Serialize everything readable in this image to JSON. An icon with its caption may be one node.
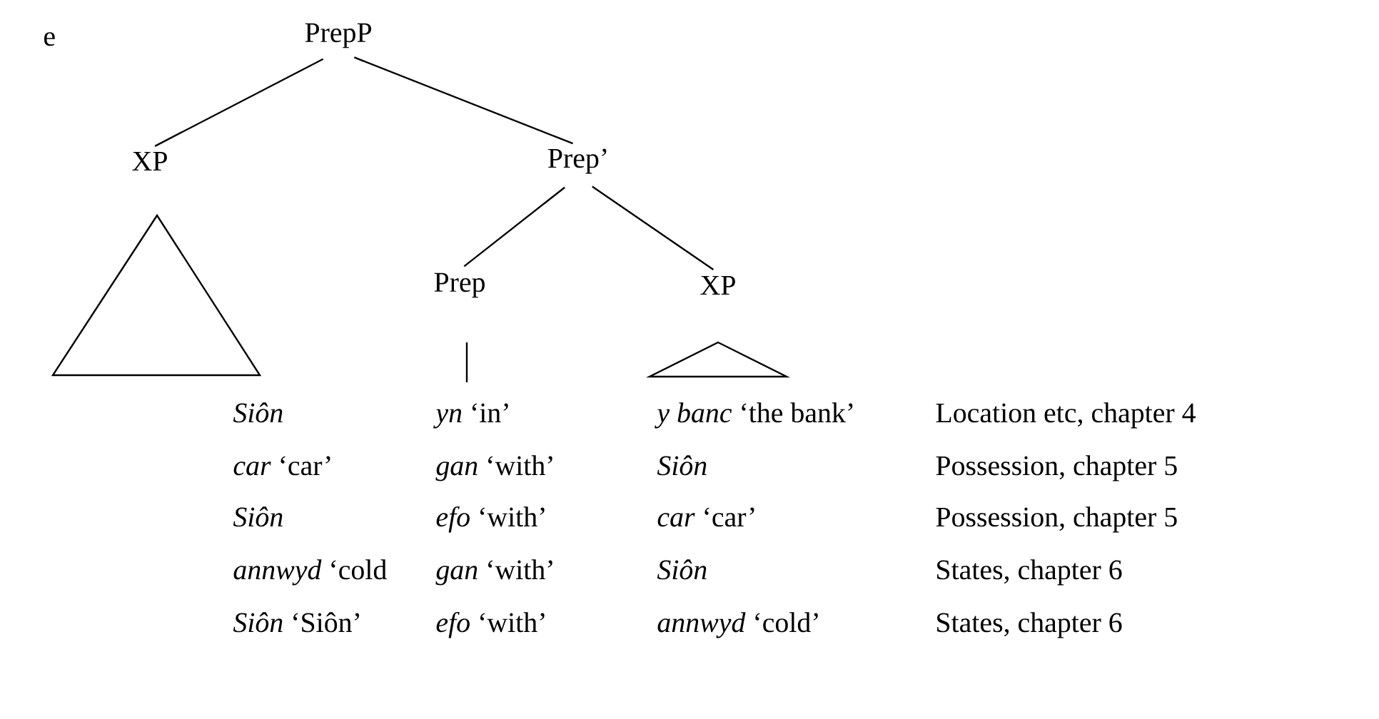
{
  "diagram": {
    "nodes": [
      {
        "text": [
          "PrepP"
        ]
      },
      {
        "text": [
          "XP"
        ]
      },
      {
        "text": [
          "Prep’"
        ]
      },
      {
        "text": [
          "Prep"
        ]
      },
      {
        "text": [
          "XP"
        ]
      }
    ],
    "edges": [
      {
        "from": 0,
        "to": 1,
        "arrow": "none"
      },
      {
        "from": 0,
        "to": 2,
        "arrow": "none"
      },
      {
        "from": 2,
        "to": 3,
        "arrow": "none"
      },
      {
        "from": 2,
        "to": 4,
        "arrow": "none"
      }
    ],
    "labels": [
      "e",
      "Siôn",
      "*yn* ‘in’",
      "*y banc* ‘the bank’",
      "Location etc, chapter 4",
      "*car* ‘car’",
      "*gan* ‘with’",
      "Siôn",
      "Possession, chapter 5",
      "Siôn",
      "*efo* ‘with’",
      "*car* ‘car’",
      "Possession, chapter 5",
      "*annwyd* ‘cold",
      "*gan* ‘with’",
      "Siôn",
      "States, chapter 6",
      "*Siôn* ‘Siôn’",
      "*efo* ‘with’",
      "*annwyd* ‘cold’",
      "States, chapter 6"
    ]
  }
}
